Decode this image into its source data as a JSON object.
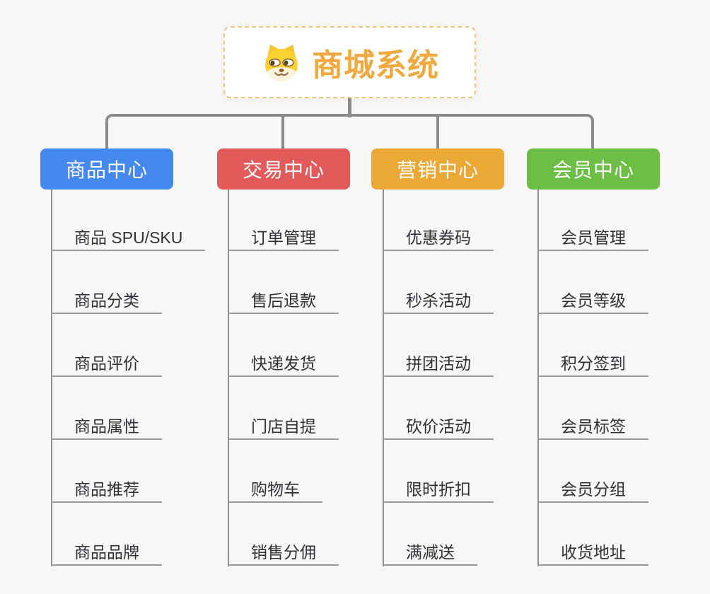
{
  "canvas": {
    "background_color": "#f7f7f8",
    "connector_color": "#8c8c8c",
    "underline_color": "#9a9a9a",
    "child_text_color": "#303136"
  },
  "root": {
    "title": "商城系统",
    "icon": "dog-face-icon",
    "text_color": "#f0a93e",
    "border_color": "#f2c679",
    "background_color": "#ffffff"
  },
  "branches": [
    {
      "label": "商品中心",
      "color": "#4589f0",
      "children": [
        "商品 SPU/SKU",
        "商品分类",
        "商品评价",
        "商品属性",
        "商品推荐",
        "商品品牌"
      ]
    },
    {
      "label": "交易中心",
      "color": "#e25a5a",
      "children": [
        "订单管理",
        "售后退款",
        "快递发货",
        "门店自提",
        "购物车",
        "销售分佣"
      ]
    },
    {
      "label": "营销中心",
      "color": "#eba834",
      "children": [
        "优惠券码",
        "秒杀活动",
        "拼团活动",
        "砍价活动",
        "限时折扣",
        "满减送"
      ]
    },
    {
      "label": "会员中心",
      "color": "#6dbe45",
      "children": [
        "会员管理",
        "会员等级",
        "积分签到",
        "会员标签",
        "会员分组",
        "收货地址"
      ]
    }
  ]
}
